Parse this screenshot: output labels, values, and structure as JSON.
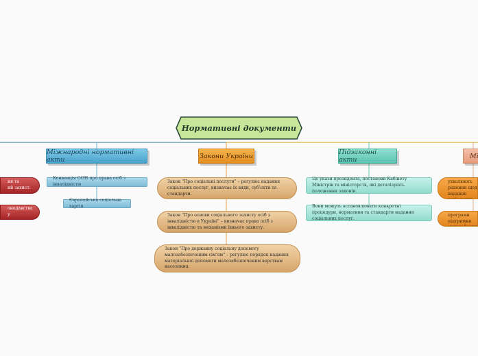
{
  "root": {
    "label": "Нормативні документи"
  },
  "branches": [
    {
      "label": "Міжнародні нормативні акти",
      "items": [
        "Конвенція ООН про права осіб з інвалідністю",
        "Європейська соціальна хартія"
      ]
    },
    {
      "label": "Закони України",
      "items": [
        "Закон \"Про соціальні послуги\" – регулює надання соціальних послуг, визначає їх види, суб'єкти та стандарти.",
        "Закон \"Про основи соціального захисту осіб з інвалідністю в Україні\" – визначає права осіб з інвалідністю та механізми їхнього захисту.",
        "Закон \"Про державну соціальну допомогу малозабезпеченим сім'ям\" – регулює порядок надання матеріальної допомоги малозабезпеченим верствам населення."
      ]
    },
    {
      "label": "Підзаконні акти",
      "items": [
        "Це укази президента, постанови Кабінету Міністрів та міністерств, які деталізують положення законів.",
        "Вони можуть встановлювати конкретні процедури, нормативи та стандарти надання соціальних послуг."
      ]
    },
    {
      "label": "Мі",
      "items": [
        "Органи місцевого самоврядування ухвалюють рішення щодо надання соціальних послуг, що входять за ма",
        "Це можуть бути програми підтримки малозабезпечених"
      ]
    }
  ],
  "left_partial": [
    "ня та\nий захист.",
    "онодавства у"
  ]
}
